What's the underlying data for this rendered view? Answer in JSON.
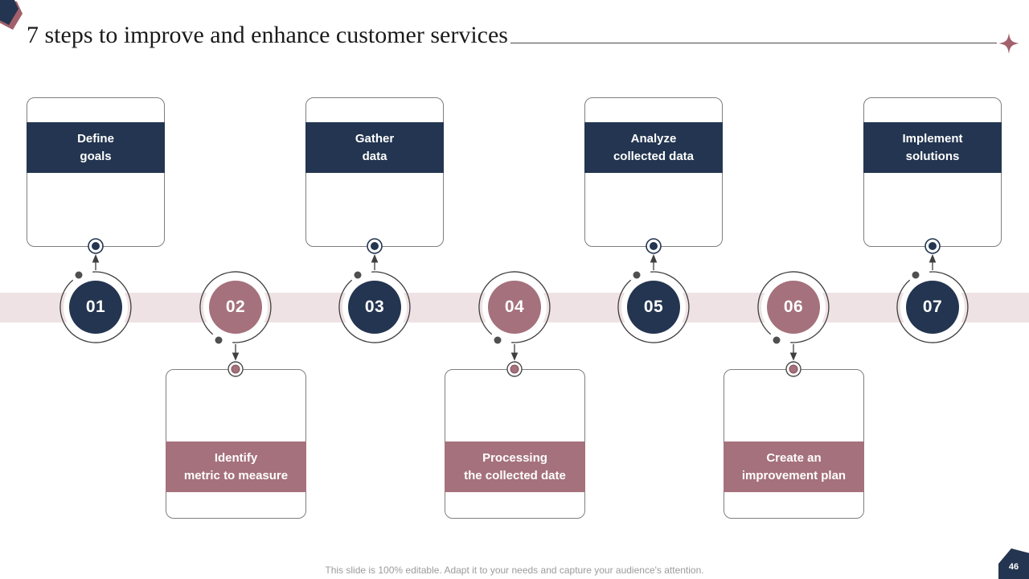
{
  "slide": {
    "title": "7 steps to improve and enhance customer services",
    "footer": "This slide is 100% editable. Adapt it to your needs and capture your audience's attention.",
    "page_number": "46"
  },
  "colors": {
    "navy": "#233550",
    "mauve": "#A5717C",
    "band": "#EFE2E4",
    "sparkle": "#A2606C"
  },
  "icons": {
    "sparkle": "four-point-star",
    "corner": "hexagon-accent"
  },
  "steps": [
    {
      "number": "01",
      "position": "top",
      "color": "navy",
      "lines": [
        "Define",
        "goals"
      ]
    },
    {
      "number": "02",
      "position": "bottom",
      "color": "mauve",
      "lines": [
        "Identify",
        "metric to measure"
      ]
    },
    {
      "number": "03",
      "position": "top",
      "color": "navy",
      "lines": [
        "Gather",
        "data"
      ]
    },
    {
      "number": "04",
      "position": "bottom",
      "color": "mauve",
      "lines": [
        "Processing",
        "the collected date"
      ]
    },
    {
      "number": "05",
      "position": "top",
      "color": "navy",
      "lines": [
        "Analyze",
        "collected data"
      ]
    },
    {
      "number": "06",
      "position": "bottom",
      "color": "mauve",
      "lines": [
        "Create an",
        "improvement plan"
      ]
    },
    {
      "number": "07",
      "position": "top",
      "color": "navy",
      "lines": [
        "Implement",
        "solutions"
      ]
    }
  ]
}
